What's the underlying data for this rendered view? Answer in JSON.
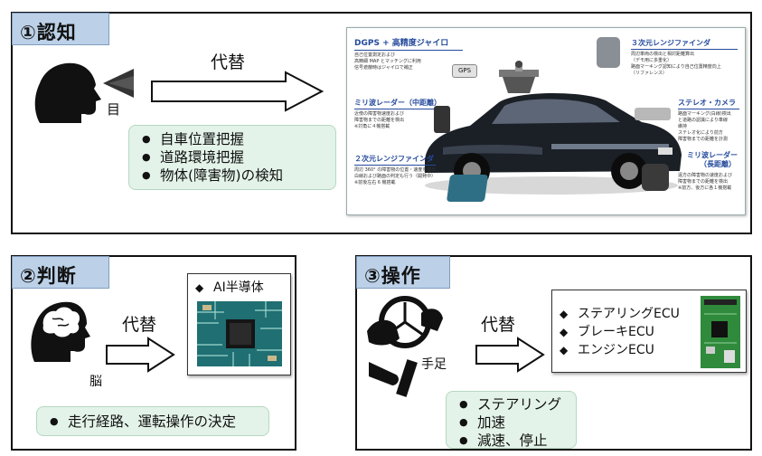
{
  "cognition": {
    "tag": "①認知",
    "arrow_label": "代替",
    "organ_label": "目",
    "items": [
      "自車位置把握",
      "道路環境把握",
      "物体(障害物)の検知"
    ],
    "sensors": {
      "dgps": {
        "title": "DGPS + 高精度ジャイロ",
        "lines": [
          "自己位置測定および",
          "高精細 MAP とマッチングに利用",
          "信号遮蔽時はジャイロで補正"
        ]
      },
      "mmw_mid": {
        "title": "ミリ波レーダー（中距離）",
        "lines": [
          "近傍の障害物速度および",
          "障害物までの距離を検出",
          "※対角に４機搭載"
        ]
      },
      "rf2d": {
        "title": "２次元レンジファインダ",
        "lines": [
          "周辺 360° の障害物の位置・速度を検出",
          "白線および路面の判定も行う（開発中）",
          "※前後左右 6 機搭載"
        ]
      },
      "rf3d": {
        "title": "３次元レンジファインダ",
        "lines": [
          "周辺車両の検出と相対距離算出",
          "（デモ用に多重化）",
          "路面マーキング認知により自己位置精度向上",
          "（リファレンス）"
        ]
      },
      "stereo": {
        "title": "ステレオ・カメラ",
        "lines": [
          "路面マーキング(白線)検出",
          "と道路の認識により車線",
          "維持",
          "ステレオ化により前方",
          "障害物までの距離を計測"
        ]
      },
      "mmw_long": {
        "title": "ミリ波レーダー",
        "title2": "（長距離）",
        "lines": [
          "遠方の障害物の速度および",
          "障害物までの距離を検出",
          "※前方、後方に各１機搭載"
        ]
      },
      "gps_chip": "GPS"
    }
  },
  "judgment": {
    "tag": "②判断",
    "arrow_label": "代替",
    "organ_label": "脳",
    "box_item": "AI半導体",
    "items": [
      "走行経路、運転操作の決定"
    ]
  },
  "operation": {
    "tag": "③操作",
    "arrow_label": "代替",
    "organ_label": "手足",
    "box_items": [
      "ステアリングECU",
      "ブレーキECU",
      "エンジンECU"
    ],
    "items": [
      "ステアリング",
      "加速",
      "減速、停止"
    ]
  },
  "colors": {
    "tag_bg": "#bcd1e8",
    "green_box": "#e3f3e9",
    "caption_blue": "#244a9c",
    "board_green": "#2f8a3c"
  }
}
